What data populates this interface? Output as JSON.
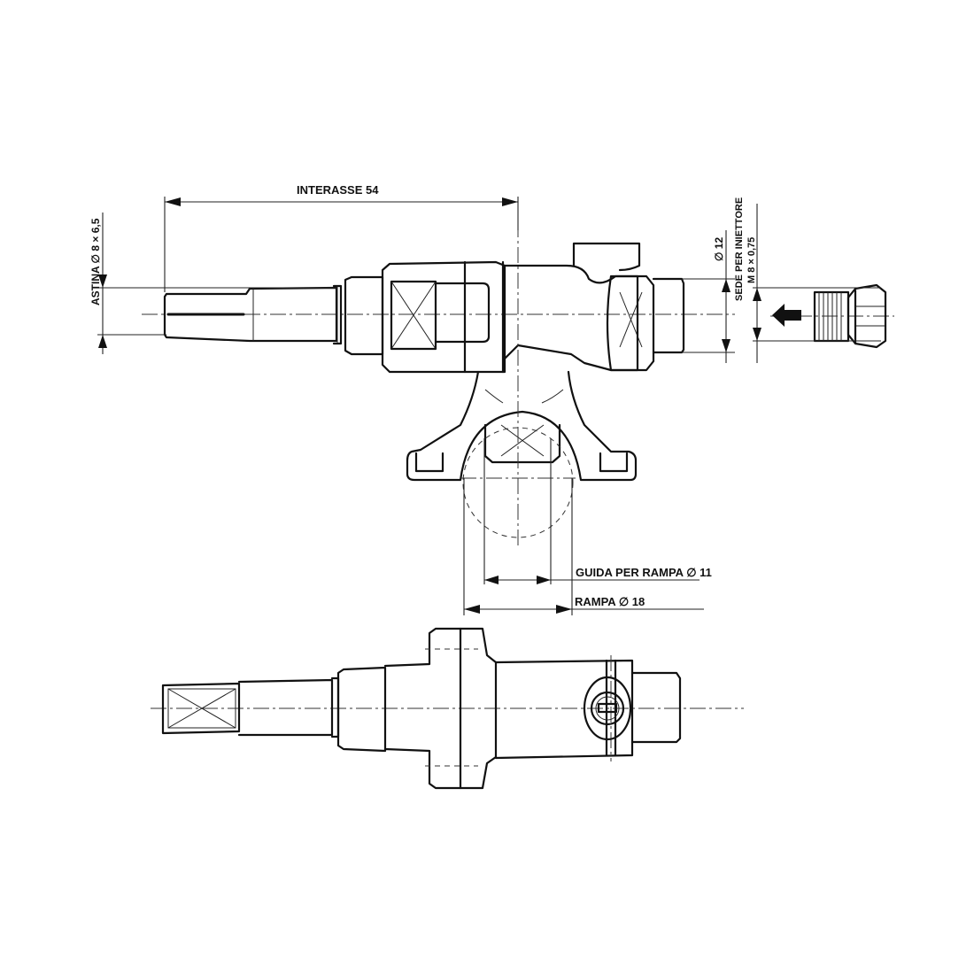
{
  "drawing": {
    "title": "Gas valve technical drawing",
    "labels": {
      "interasse": "INTERASSE 54",
      "astina": "ASTINA ∅ 8 × 6,5",
      "diam12": "∅ 12",
      "sede_line1": "SEDE PER INIETTORE",
      "sede_line2": "M 8 × 0,75",
      "guida": "GUIDA PER RAMPA ∅ 11",
      "rampa": "RAMPA ∅ 18"
    },
    "views": [
      "front-view",
      "top-view"
    ],
    "colors": {
      "line": "#111111",
      "background": "#ffffff"
    }
  }
}
